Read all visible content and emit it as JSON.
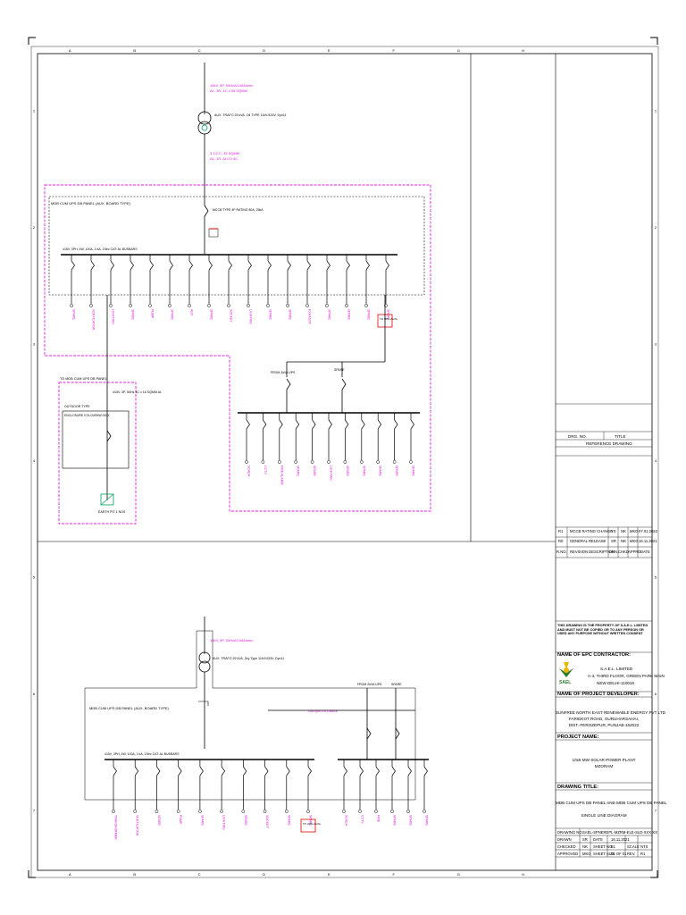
{
  "border": {
    "columns": [
      "A",
      "B",
      "C",
      "D",
      "E",
      "F",
      "G",
      "H"
    ],
    "rows": [
      "1",
      "2",
      "3",
      "4",
      "5",
      "6",
      "7"
    ]
  },
  "diagram_top": {
    "incomer_label_1": "16kV, 3P, 50HzAC/AlAlumn",
    "incomer_label_2": "AL, 3R, 1C x 95 SQMM",
    "transformer_label": "AUX. TRAFO 25 kVA, Oil TYPE 11kV/433V, Dyn11",
    "transformer_out_1": "3 1/2 C, 35 SQMM",
    "transformer_out_2": "AL, 1R, ALCU 4C",
    "panel_title": "MDB CUM UPS DB PANEL (AUX. BOARD TYPE)",
    "incomer_breaker": "MCCB TYPE 4P RATING 80A, 25kA",
    "busbar_label": "415V, 3PH, 4W, 100A, 3 kA, 1Sec CAT: AL BUSBARS",
    "feeders": [
      "SPARE",
      "VENTILATION",
      "LIGHTING",
      "SPARE",
      "PUMP",
      "SPARE",
      "AUX",
      "SPARE",
      "SOCKET",
      "LIGHTING",
      "SPARE",
      "SPARE",
      "EXHAUST",
      "SPARE",
      "SPARE",
      "SPARE",
      "SPARE",
      "TO UPS 2 kVA"
    ],
    "ups_box": "TO UPS 2 kVA",
    "ups_panel_label_1": "FROM 2kVA UPS",
    "ups_panel_label_2": "SPARE",
    "ups_feeders": [
      "SCADA",
      "CCTV",
      "FIRE ALARM",
      "SPARE",
      "SPARE",
      "LIGHTING",
      "SPARE",
      "SPARE",
      "SPARE",
      "SPARE",
      "SPARE"
    ],
    "aux_box_title": "TO MDB CUM UPS DB PANEL",
    "aux_box_sub": "OUTDOOR TYPE",
    "aux_box_inner": "ENCLOSURE COLOURING BOX",
    "aux_earth": "EARTH PIT 1 NOS",
    "aux_feeder": "415V, 3P, 50Hz 4C x 16 SQMM AL"
  },
  "diagram_bottom": {
    "incomer_label_1": "16kV, 3P, 50HzAC/AlAlumn",
    "transformer_label": "AUX. TRAFO 25 kVA, Dry Type 11kV/433V, Dyn11",
    "panel_title": "MDB CUM UPS DB PANEL (AUX. BOARD TYPE)",
    "busbar_label": "415V, 3PH, 4W, 100A, 3 kA, 1Sec CAT: AL BUSBARS",
    "cable_label": "25A 4pin CU CABLE",
    "ups_from": "FROM 2kVA UPS",
    "ups_spare": "SPARE",
    "feeders_left": [
      "TRANSFORMER",
      "VENTILATION",
      "SPARE",
      "PUMP",
      "SPARE",
      "LIGHTING",
      "SPARE",
      "SOCKET",
      "SPARE",
      "SPARE",
      "TO UPS 2 kVA"
    ],
    "feeders_right": [
      "SCADA",
      "CCTV",
      "FIRE",
      "SPARE",
      "SPARE",
      "SPARE"
    ],
    "ups_box": "TO UPS 2 kVA"
  },
  "title_block": {
    "drg_no_label": "DRG. NO.",
    "title_label": "TITLE",
    "reference_label": "REFERENCE DRAWING",
    "revisions": [
      {
        "rev": "R1",
        "desc": "MCCB RATING CHANGE",
        "drn": "YS",
        "chkd": "NK",
        "appd": "MKG",
        "date": "07.01.2022"
      },
      {
        "rev": "R0",
        "desc": "GENERAL RELEASE",
        "drn": "SR",
        "chkd": "NK",
        "appd": "MKG",
        "date": "16.11.2021"
      }
    ],
    "rev_header": {
      "rev": "R.NO.",
      "desc": "REVISION DESCRIPTION",
      "drn": "DRN.",
      "chkd": "CHKD",
      "appd": "APPRD",
      "date": "DATE"
    },
    "disclaimer": "THIS DRAWING IS THE PROPERTY OF S.A.E.L. LIMITED AND MUST NOT BE COPIED OR TO ANY PERSON OR USED ANY PURPOSE WITHOUT WRITTEN CONSENT",
    "epc_label": "NAME OF EPC CONTRACTOR:",
    "epc_name": "S.A.E.L. LIMITED",
    "epc_addr_1": "A-4, THIRD FLOOR, GREEN PARK MAIN",
    "epc_addr_2": "NEW DELHI-110016",
    "logo_text": "SAEL",
    "developer_label": "NAME OF PROJECT DEVELOPER:",
    "developer_1": "SUNFREE NORTH EAST RENEWABLE ENERGY PVT LTD",
    "developer_2": "FARIDKOT ROAD, GURUHARSAHAI,",
    "developer_3": "DIST.-FEROZEPUR, PUNJAB-152022",
    "project_label": "PROJECT NAME:",
    "project_1": "10x5 MW SOLAR POWER PLANT",
    "project_2": "MZORAM",
    "drawing_title_label": "DRAWING TITLE:",
    "drawing_title_1": "MDB CUM UPS DB PANEL AND MDB CUM UPS DB PANEL",
    "drawing_title_2": "SINGLE LINE DIAGRAM",
    "drawing_no_label": "DRAWING NO.",
    "drawing_no": "SAEL-SPNEREPL-MZRM-ELE-SLD-XXX-XX",
    "drawn_label": "DRAWN",
    "drawn": "SR",
    "date_label": "DATE",
    "date": "16.11.2021",
    "checked_label": "CHECKED",
    "checked": "NK",
    "sheet_label": "SHEET NO.",
    "sheet": "01",
    "scale_label": "SCALE",
    "scale": "NTS",
    "approved_label": "APPROVED",
    "approved": "MKG",
    "sheet_size_label": "SHEET SIZE",
    "sheet_size": "A1",
    "of_label": "01 OF 01",
    "rev_label": "REV.",
    "rev": "R1"
  },
  "colors": {
    "line": "#000000",
    "pink": "#e020e0",
    "magenta_text": "#ff00ff",
    "red_box": "#e00000",
    "green": "#00a060"
  }
}
